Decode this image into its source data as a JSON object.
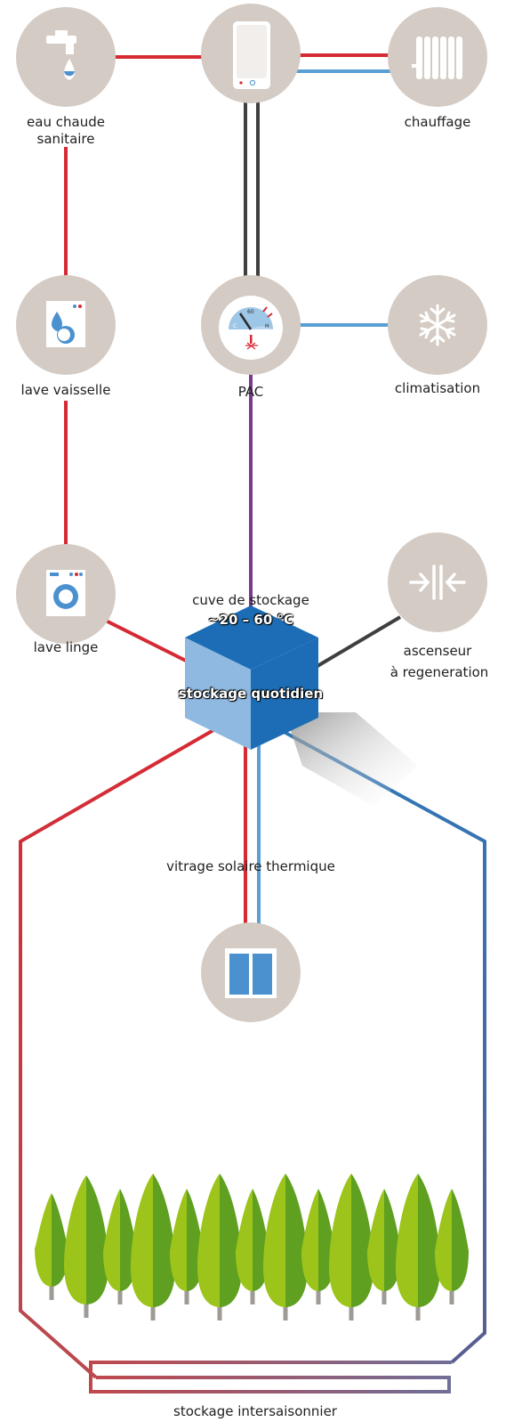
{
  "labels": {
    "eau_chaude_1": "eau chaude",
    "eau_chaude_2": "sanitaire",
    "chauffage": "chauffage",
    "lave_vaisselle": "lave vaisselle",
    "pac": "PAC",
    "climatisation": "climatisation",
    "lave_linge": "lave linge",
    "cuve_1": "cuve de stockage",
    "cuve_2": "~20 – 60 °C",
    "ascenseur_1": "ascenseur",
    "ascenseur_2": "à regeneration",
    "stockage_quotidien": "stockage quotidien",
    "vitrage": "vitrage solaire thermique",
    "stockage_intersaisonnier": "stockage intersaisonnier"
  },
  "gauge": {
    "c": "C",
    "mid": "60",
    "h": "H"
  },
  "colors": {
    "hot": "#d62a33",
    "cold": "#5a9fd4",
    "dark": "#3f3f3f",
    "purple": "#7a3a8a",
    "circle": "#d4cbc4",
    "cube_light": "#8fb9e0",
    "cube_dark": "#1c6db5",
    "tree_light": "#9dc41a",
    "tree_dark": "#5fa020"
  }
}
